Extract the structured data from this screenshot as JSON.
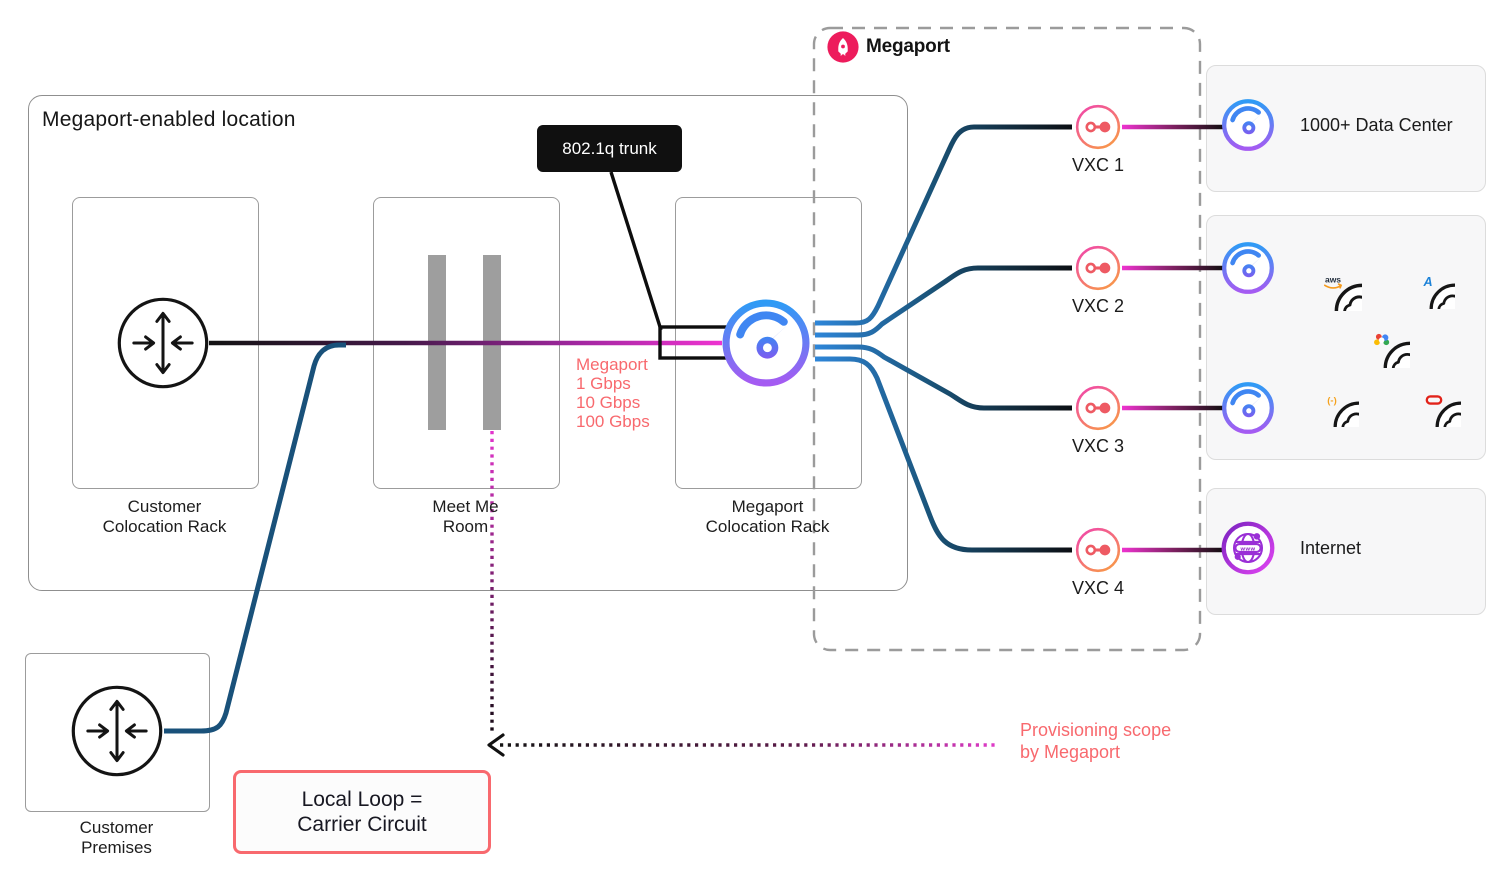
{
  "colors": {
    "brand_pink": "#ED1C5C",
    "salmon_accent": "#F8696E",
    "magenta_line": "#EE33D0",
    "navy_line": "#1A5378",
    "bright_blue_line": "#2E86D9",
    "speedo_blue": "#3F86F2",
    "speedo_purple": "#A55BF2",
    "globe_purple": "#9A2FD6",
    "vxc_ring_pink": "#F043AE",
    "vxc_ring_orange": "#F8944D",
    "vxc_dot_red": "#EE5A63",
    "box_border_gray": "#9C9C9C"
  },
  "main_location": {
    "title": "Megaport-enabled location",
    "customer_rack": {
      "line1": "Customer",
      "line2": "Colocation Rack"
    },
    "meet_me_room": {
      "line1": "Meet Me",
      "line2": "Room"
    },
    "megaport_rack": {
      "line1": "Megaport",
      "line2": "Colocation Rack"
    }
  },
  "trunk_callout": {
    "label": "802.1q trunk"
  },
  "port_speeds": {
    "line1": "Megaport",
    "line2": "1 Gbps",
    "line3": "10 Gbps",
    "line4": "100 Gbps"
  },
  "brand": {
    "name": "Megaport"
  },
  "vxcs": [
    {
      "label": "VXC 1"
    },
    {
      "label": "VXC 2"
    },
    {
      "label": "VXC 3"
    },
    {
      "label": "VXC 4"
    }
  ],
  "destinations": {
    "data_center": {
      "label": "1000+ Data Center"
    },
    "cloud_providers": {
      "aws_label": "aws",
      "azure_letter": "A",
      "code_glyph": "(-)"
    },
    "internet": {
      "label": "Internet",
      "globe_text": "www"
    }
  },
  "customer_premises": {
    "line1": "Customer",
    "line2": "Premises"
  },
  "local_loop": {
    "line1": "Local Loop =",
    "line2": "Carrier Circuit"
  },
  "provisioning_scope": {
    "line1": "Provisioning scope",
    "line2": "by Megaport"
  }
}
